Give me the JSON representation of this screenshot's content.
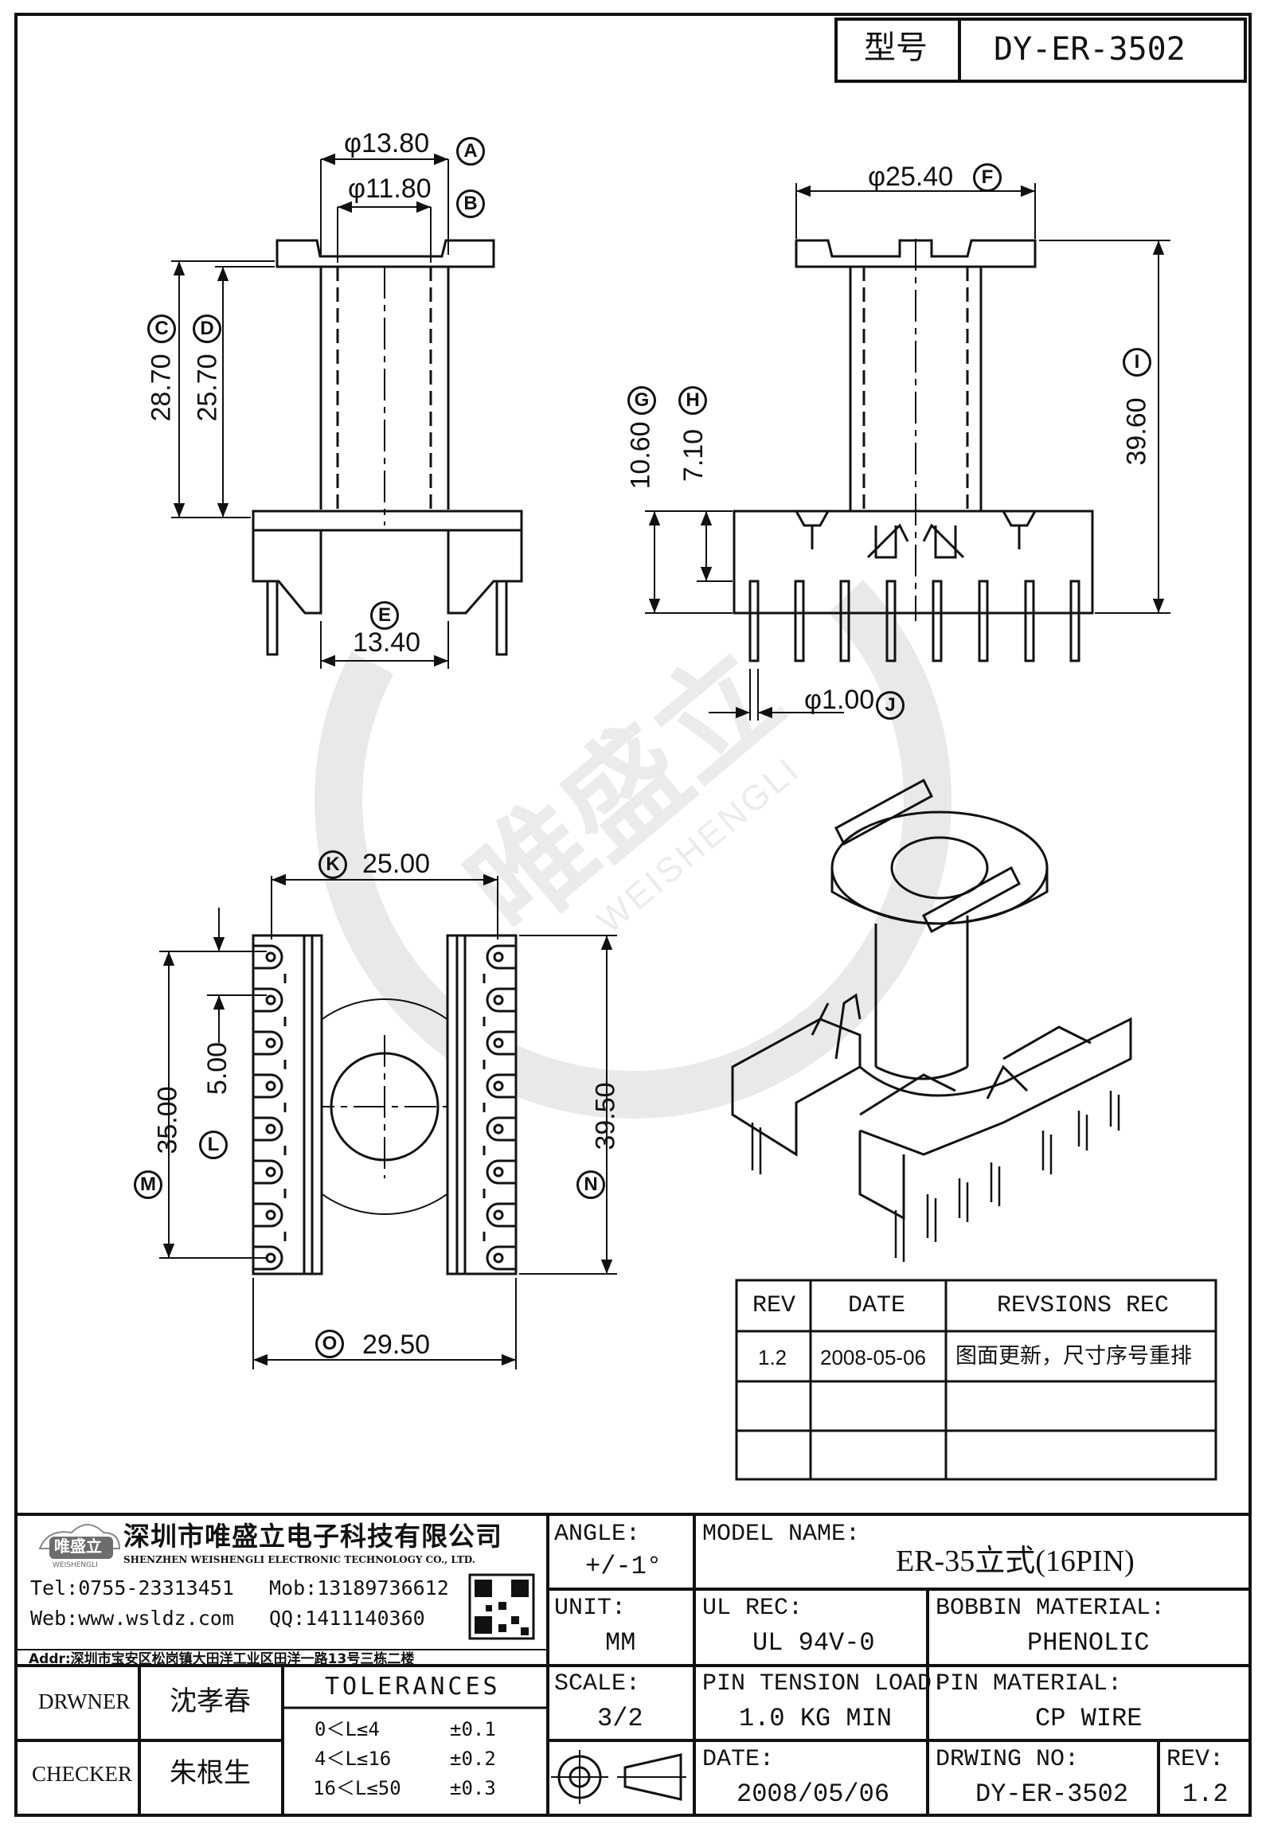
{
  "header": {
    "model_label": "型号",
    "model_value": "DY-ER-3502"
  },
  "dimensions": {
    "A": {
      "tag": "A",
      "value": "φ13.80"
    },
    "B": {
      "tag": "B",
      "value": "φ11.80"
    },
    "C": {
      "tag": "C",
      "value": "28.70"
    },
    "D": {
      "tag": "D",
      "value": "25.70"
    },
    "E": {
      "tag": "E",
      "value": "13.40"
    },
    "F": {
      "tag": "F",
      "value": "φ25.40"
    },
    "G": {
      "tag": "G",
      "value": "10.60"
    },
    "H": {
      "tag": "H",
      "value": "7.10"
    },
    "I": {
      "tag": "I",
      "value": "39.60"
    },
    "J": {
      "tag": "J",
      "value": "φ1.00"
    },
    "K": {
      "tag": "K",
      "value": "25.00"
    },
    "L": {
      "tag": "L",
      "value": "5.00"
    },
    "M": {
      "tag": "M",
      "value": "35.00"
    },
    "N": {
      "tag": "N",
      "value": "39.50"
    },
    "O": {
      "tag": "O",
      "value": "29.50"
    }
  },
  "watermark": {
    "chinese": "唯盛立",
    "english": "WEISHENGLI"
  },
  "revisions": {
    "headers": [
      "REV",
      "DATE",
      "REVSIONS REC"
    ],
    "rows": [
      {
        "rev": "1.2",
        "date": "2008-05-06",
        "rec": "图面更新，尺寸序号重排"
      }
    ]
  },
  "company": {
    "logo_text": "唯盛立",
    "logo_sub": "WEISHENGLI",
    "name_cn": "深圳市唯盛立电子科技有限公司",
    "name_en": "SHENZHEN WEISHENGLI ELECTRONIC TECHNOLOGY CO., LTD.",
    "tel": "Tel:0755-23313451",
    "mob": "Mob:13189736612",
    "web": "Web:www.wsldz.com",
    "qq": "QQ:1411140360",
    "addr": "Addr:深圳市宝安区松岗镇大田洋工业区田洋一路13号三栋二楼"
  },
  "people": {
    "drawer_label": "DRWNER",
    "drawer_name": "沈孝春",
    "checker_label": "CHECKER",
    "checker_name": "朱根生"
  },
  "tolerances": {
    "title": "TOLERANCES",
    "rows": [
      {
        "range": "0＜L≤4",
        "tol": "±0.1"
      },
      {
        "range": "4＜L≤16",
        "tol": "±0.2"
      },
      {
        "range": "16＜L≤50",
        "tol": "±0.3"
      }
    ]
  },
  "title_block": {
    "angle_label": "ANGLE:",
    "angle_value": "+/-1°",
    "unit_label": "UNIT:",
    "unit_value": "MM",
    "scale_label": "SCALE:",
    "scale_value": "3/2",
    "model_label": "MODEL NAME:",
    "model_value": "ER-35立式(16PIN)",
    "ul_label": "UL REC:",
    "ul_value": "UL 94V-0",
    "bobbin_label": "BOBBIN MATERIAL:",
    "bobbin_value": "PHENOLIC",
    "tension_label": "PIN TENSION LOAD:",
    "tension_value": "1.0 KG MIN",
    "pin_label": "PIN MATERIAL:",
    "pin_value": "CP WIRE",
    "date_label": "DATE:",
    "date_value": "2008/05/06",
    "dwg_label": "DRWING NO:",
    "dwg_value": "DY-ER-3502",
    "rev_label": "REV:",
    "rev_value": "1.2"
  }
}
